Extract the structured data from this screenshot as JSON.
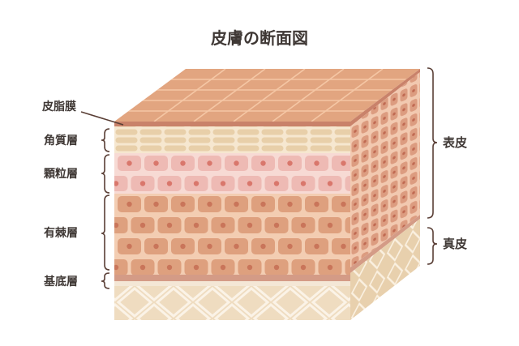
{
  "title": "皮膚の断面図",
  "colors": {
    "text": "#3f3835",
    "bracket": "#5a3f36",
    "sebum_film": "#c9826a",
    "top_face": "#e2a580",
    "top_grid": "#f5c7a5",
    "horny": "#ecd7b8",
    "granular": "#f0c0bb",
    "spinous": "#e0a584",
    "basal": "#d49b86",
    "dermis": "#efdcc0"
  },
  "layers": [
    {
      "id": "sebum",
      "label": "皮脂膜"
    },
    {
      "id": "horny",
      "label": "角質層"
    },
    {
      "id": "granular",
      "label": "顆粒層"
    },
    {
      "id": "spinous",
      "label": "有棘層"
    },
    {
      "id": "basal",
      "label": "基底層"
    }
  ],
  "groups": [
    {
      "id": "epidermis",
      "label": "表皮"
    },
    {
      "id": "dermis",
      "label": "真皮"
    }
  ]
}
